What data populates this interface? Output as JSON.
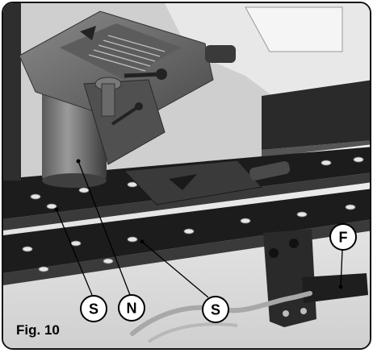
{
  "figure": {
    "caption": "Fig. 10",
    "callouts": [
      {
        "id": "s-left",
        "label": "S"
      },
      {
        "id": "n",
        "label": "N"
      },
      {
        "id": "s-right",
        "label": "S"
      },
      {
        "id": "f",
        "label": "F"
      }
    ]
  },
  "colors": {
    "background": "#d9d9d9",
    "rail": "#1c1c1c",
    "body": "#6e6e6e",
    "highlight": "#eaeaea"
  }
}
